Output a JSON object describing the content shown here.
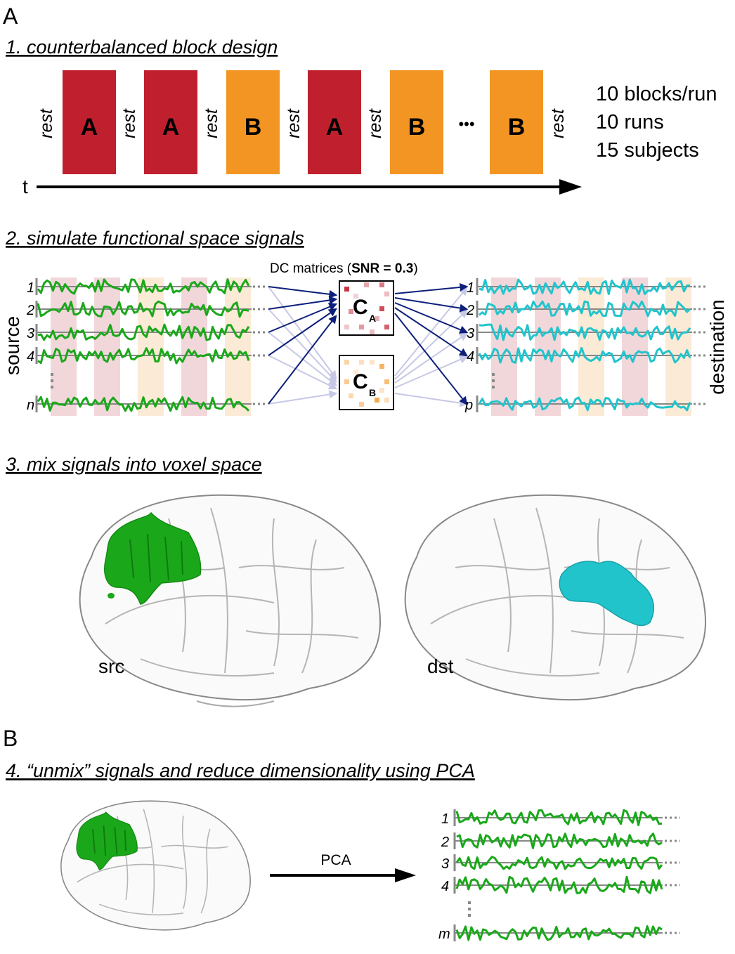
{
  "panel_a": {
    "label": "A",
    "step1": {
      "title": "1. counterbalanced block design",
      "rest_label": "rest",
      "blocks": [
        "A",
        "A",
        "B",
        "A",
        "B",
        "…",
        "B"
      ],
      "ellipsis": "•••",
      "time_label": "t",
      "info": [
        "10 blocks/run",
        "10 runs",
        "15 subjects"
      ],
      "colors": {
        "A": "#c0202e",
        "B": "#f39522"
      }
    },
    "step2": {
      "title": "2. simulate functional space signals",
      "dc_prefix": "DC matrices (",
      "dc_snr": "SNR = 0.3",
      "dc_suffix": ")",
      "source_label": "source",
      "destination_label": "destination",
      "source_rows": [
        "1",
        "2",
        "3",
        "4",
        "n"
      ],
      "destination_rows": [
        "1",
        "2",
        "3",
        "4",
        "p"
      ],
      "matrix_a": {
        "main": "C",
        "sub": "A"
      },
      "matrix_b": {
        "main": "C",
        "sub": "B"
      },
      "source_color": "#1aa81a",
      "destination_color": "#22c4cc",
      "arrow_color": "#0d1f7a"
    },
    "step3": {
      "title": "3. mix signals into voxel space",
      "src_label": "src",
      "dst_label": "dst"
    }
  },
  "panel_b": {
    "label": "B",
    "step4": {
      "title": "4. “unmix” signals and reduce dimensionality using PCA",
      "arrow_label": "PCA",
      "component_rows": [
        "1",
        "2",
        "3",
        "4",
        "m"
      ]
    }
  }
}
